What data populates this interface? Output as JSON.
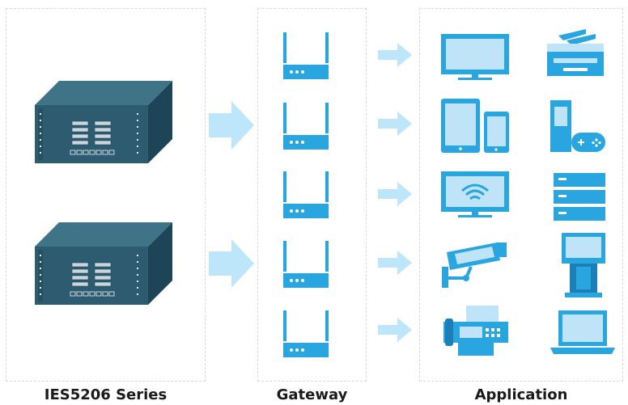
{
  "labels": {
    "ies5206": "IES5206 Series",
    "gateway": "Gateway",
    "application": "Application"
  },
  "icons": {
    "switches": [
      "dslam-chassis-icon",
      "dslam-chassis-icon"
    ],
    "gateways": [
      "router-icon",
      "router-icon",
      "router-icon",
      "router-icon",
      "router-icon"
    ],
    "applications": [
      "television-icon",
      "printer-icon",
      "tablet-phone-icon",
      "game-console-icon",
      "smart-tv-icon",
      "server-icon",
      "security-camera-icon",
      "kiosk-icon",
      "fax-phone-icon",
      "laptop-icon"
    ]
  },
  "colors": {
    "primary": "#29a6e0",
    "light": "#bfe3f7",
    "arrow": "#bde6fb",
    "chassis_front": "#2d5c70",
    "chassis_top": "#3f7488",
    "chassis_side": "#1e4557"
  }
}
